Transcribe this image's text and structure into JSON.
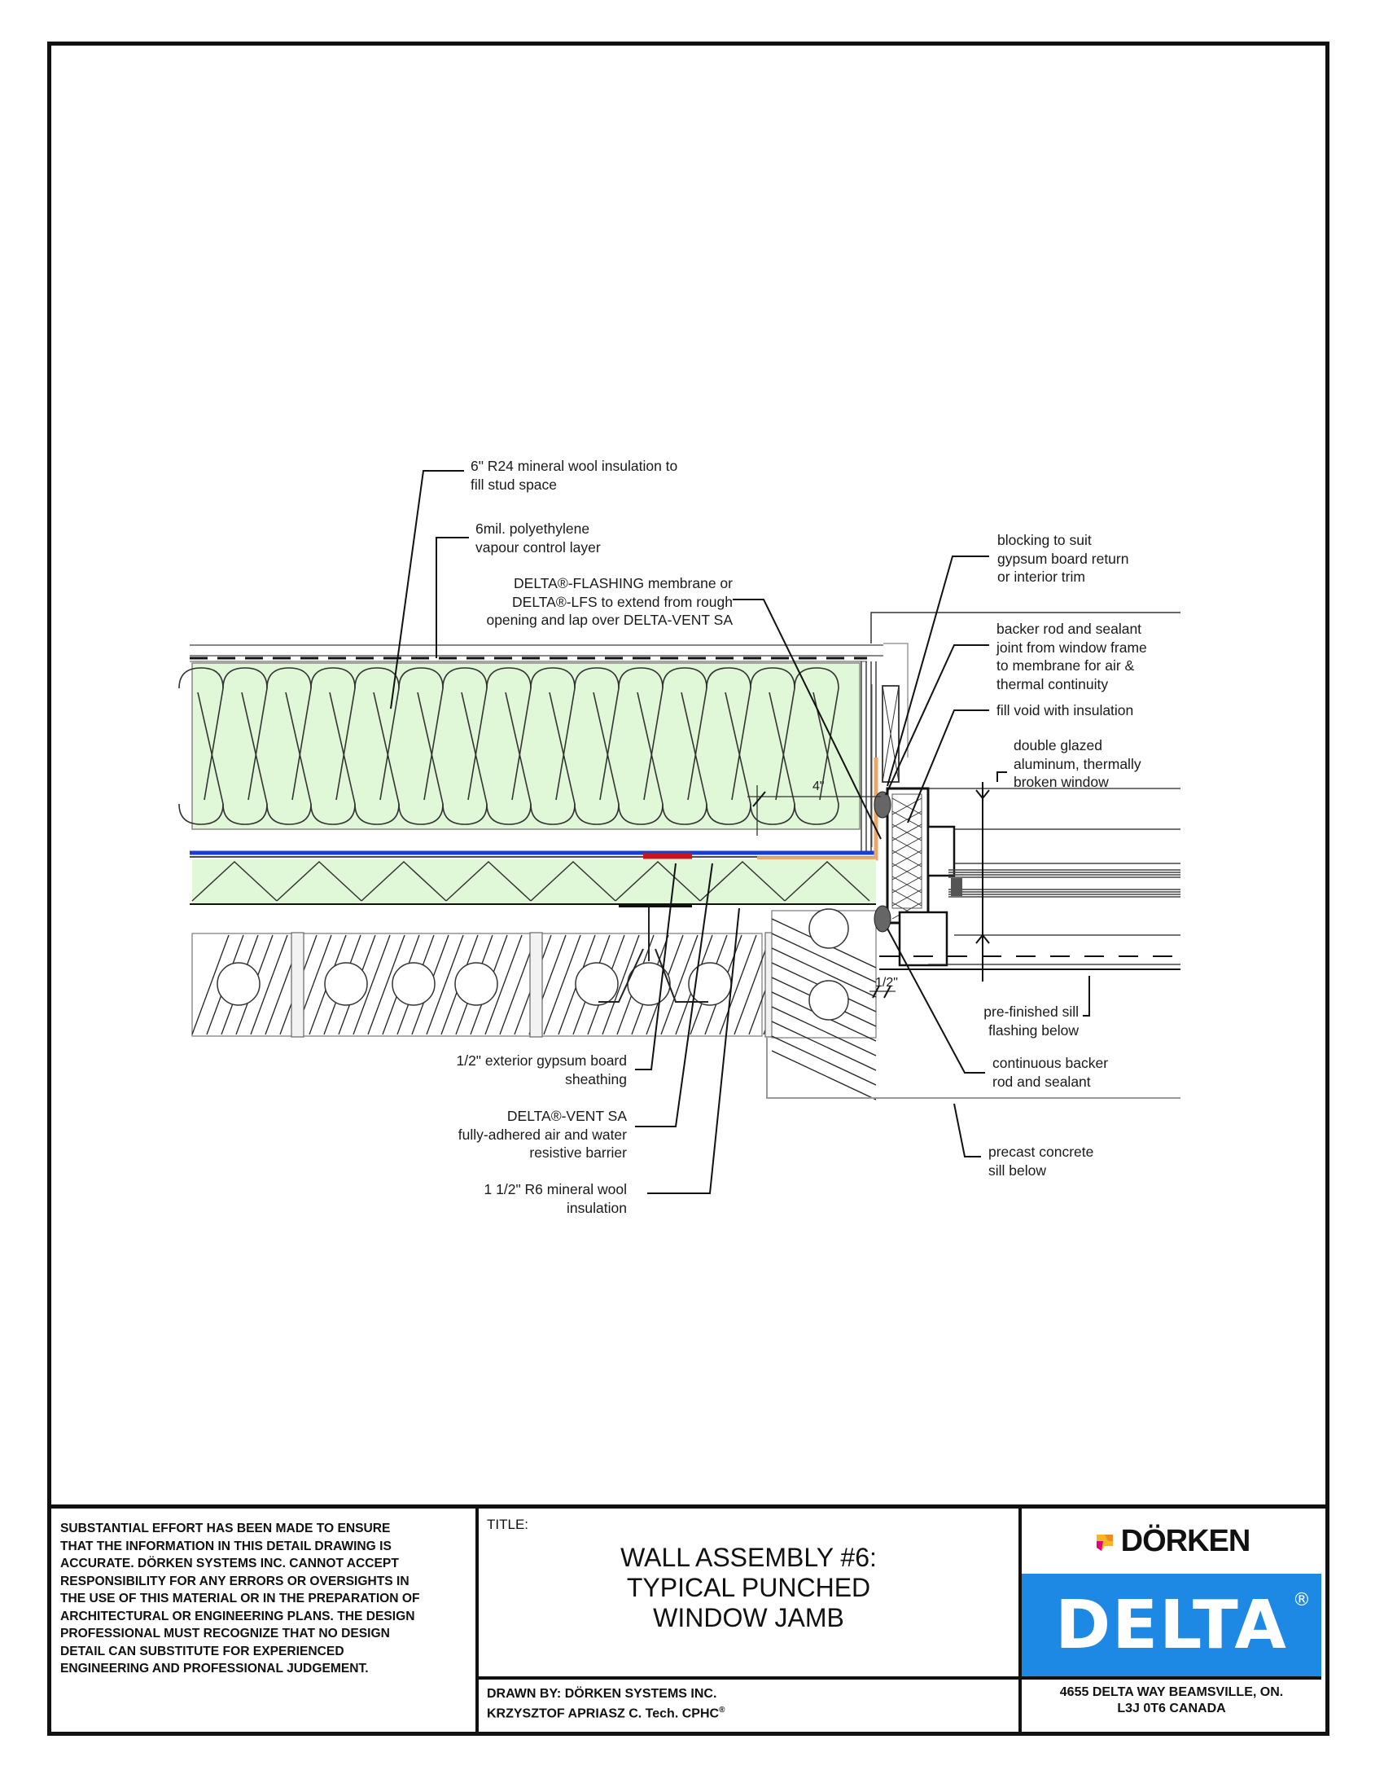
{
  "labels": {
    "mineral_wool_6": "6\" R24 mineral wool insulation to\nfill stud space",
    "poly_vapour": "6mil. polyethylene\nvapour control layer",
    "delta_flashing": "DELTA®-FLASHING membrane or\nDELTA®-LFS to extend from rough\nopening and lap over DELTA-VENT SA",
    "blocking": "blocking to suit\ngypsum board return\nor interior trim",
    "backer_rod_joint": "backer rod and sealant\njoint from window frame\nto membrane for air &\nthermal continuity",
    "fill_void": "fill void with insulation",
    "window": "double glazed\naluminum, thermally\nbroken window",
    "sill_flashing": "pre-finished sill\nflashing below",
    "continuous_backer": "continuous backer\nrod and sealant",
    "precast_sill": "precast concrete\nsill below",
    "gypsum_sheathing": "1/2\" exterior gypsum board\nsheathing",
    "delta_vent": "DELTA®-VENT SA\nfully-adhered air and water\nresistive barrier",
    "mineral_wool_r6": "1 1/2\" R6 mineral wool\ninsulation",
    "dim_4in": "4\"",
    "dim_half_in": "1/2\""
  },
  "titleblock": {
    "disclaimer": "SUBSTANTIAL EFFORT HAS BEEN MADE TO ENSURE\nTHAT THE INFORMATION IN THIS DETAIL DRAWING IS\nACCURATE. DÖRKEN SYSTEMS INC. CANNOT ACCEPT\nRESPONSIBILITY FOR ANY ERRORS OR OVERSIGHTS IN\nTHE USE OF THIS MATERIAL OR IN THE PREPARATION OF\nARCHITECTURAL OR ENGINEERING PLANS. THE DESIGN\nPROFESSIONAL MUST RECOGNIZE THAT NO DESIGN\nDETAIL CAN SUBSTITUTE FOR EXPERIENCED\nENGINEERING AND PROFESSIONAL JUDGEMENT.",
    "title_label": "TITLE:",
    "title": "WALL ASSEMBLY #6:\nTYPICAL PUNCHED\nWINDOW JAMB",
    "drawn_by_line1": "DRAWN BY: DÖRKEN SYSTEMS INC.",
    "drawn_by_line2": "KRZYSZTOF APRIASZ C. Tech. CPHC",
    "drawn_by_reg": "®",
    "brand_top": "DÖRKEN",
    "brand_main": "DELTA",
    "brand_reg": "®",
    "address": "4655 DELTA WAY BEAMSVILLE, ON.\nL3J 0T6 CANADA"
  },
  "colors": {
    "insulation_fill": "#e0f8d8",
    "vent_sa_blue": "#1a3fd0",
    "flashing_orange": "#f0b070",
    "tape_red": "#c8161d",
    "brand_blue": "#1e88e5",
    "line": "#1a1a1a"
  }
}
